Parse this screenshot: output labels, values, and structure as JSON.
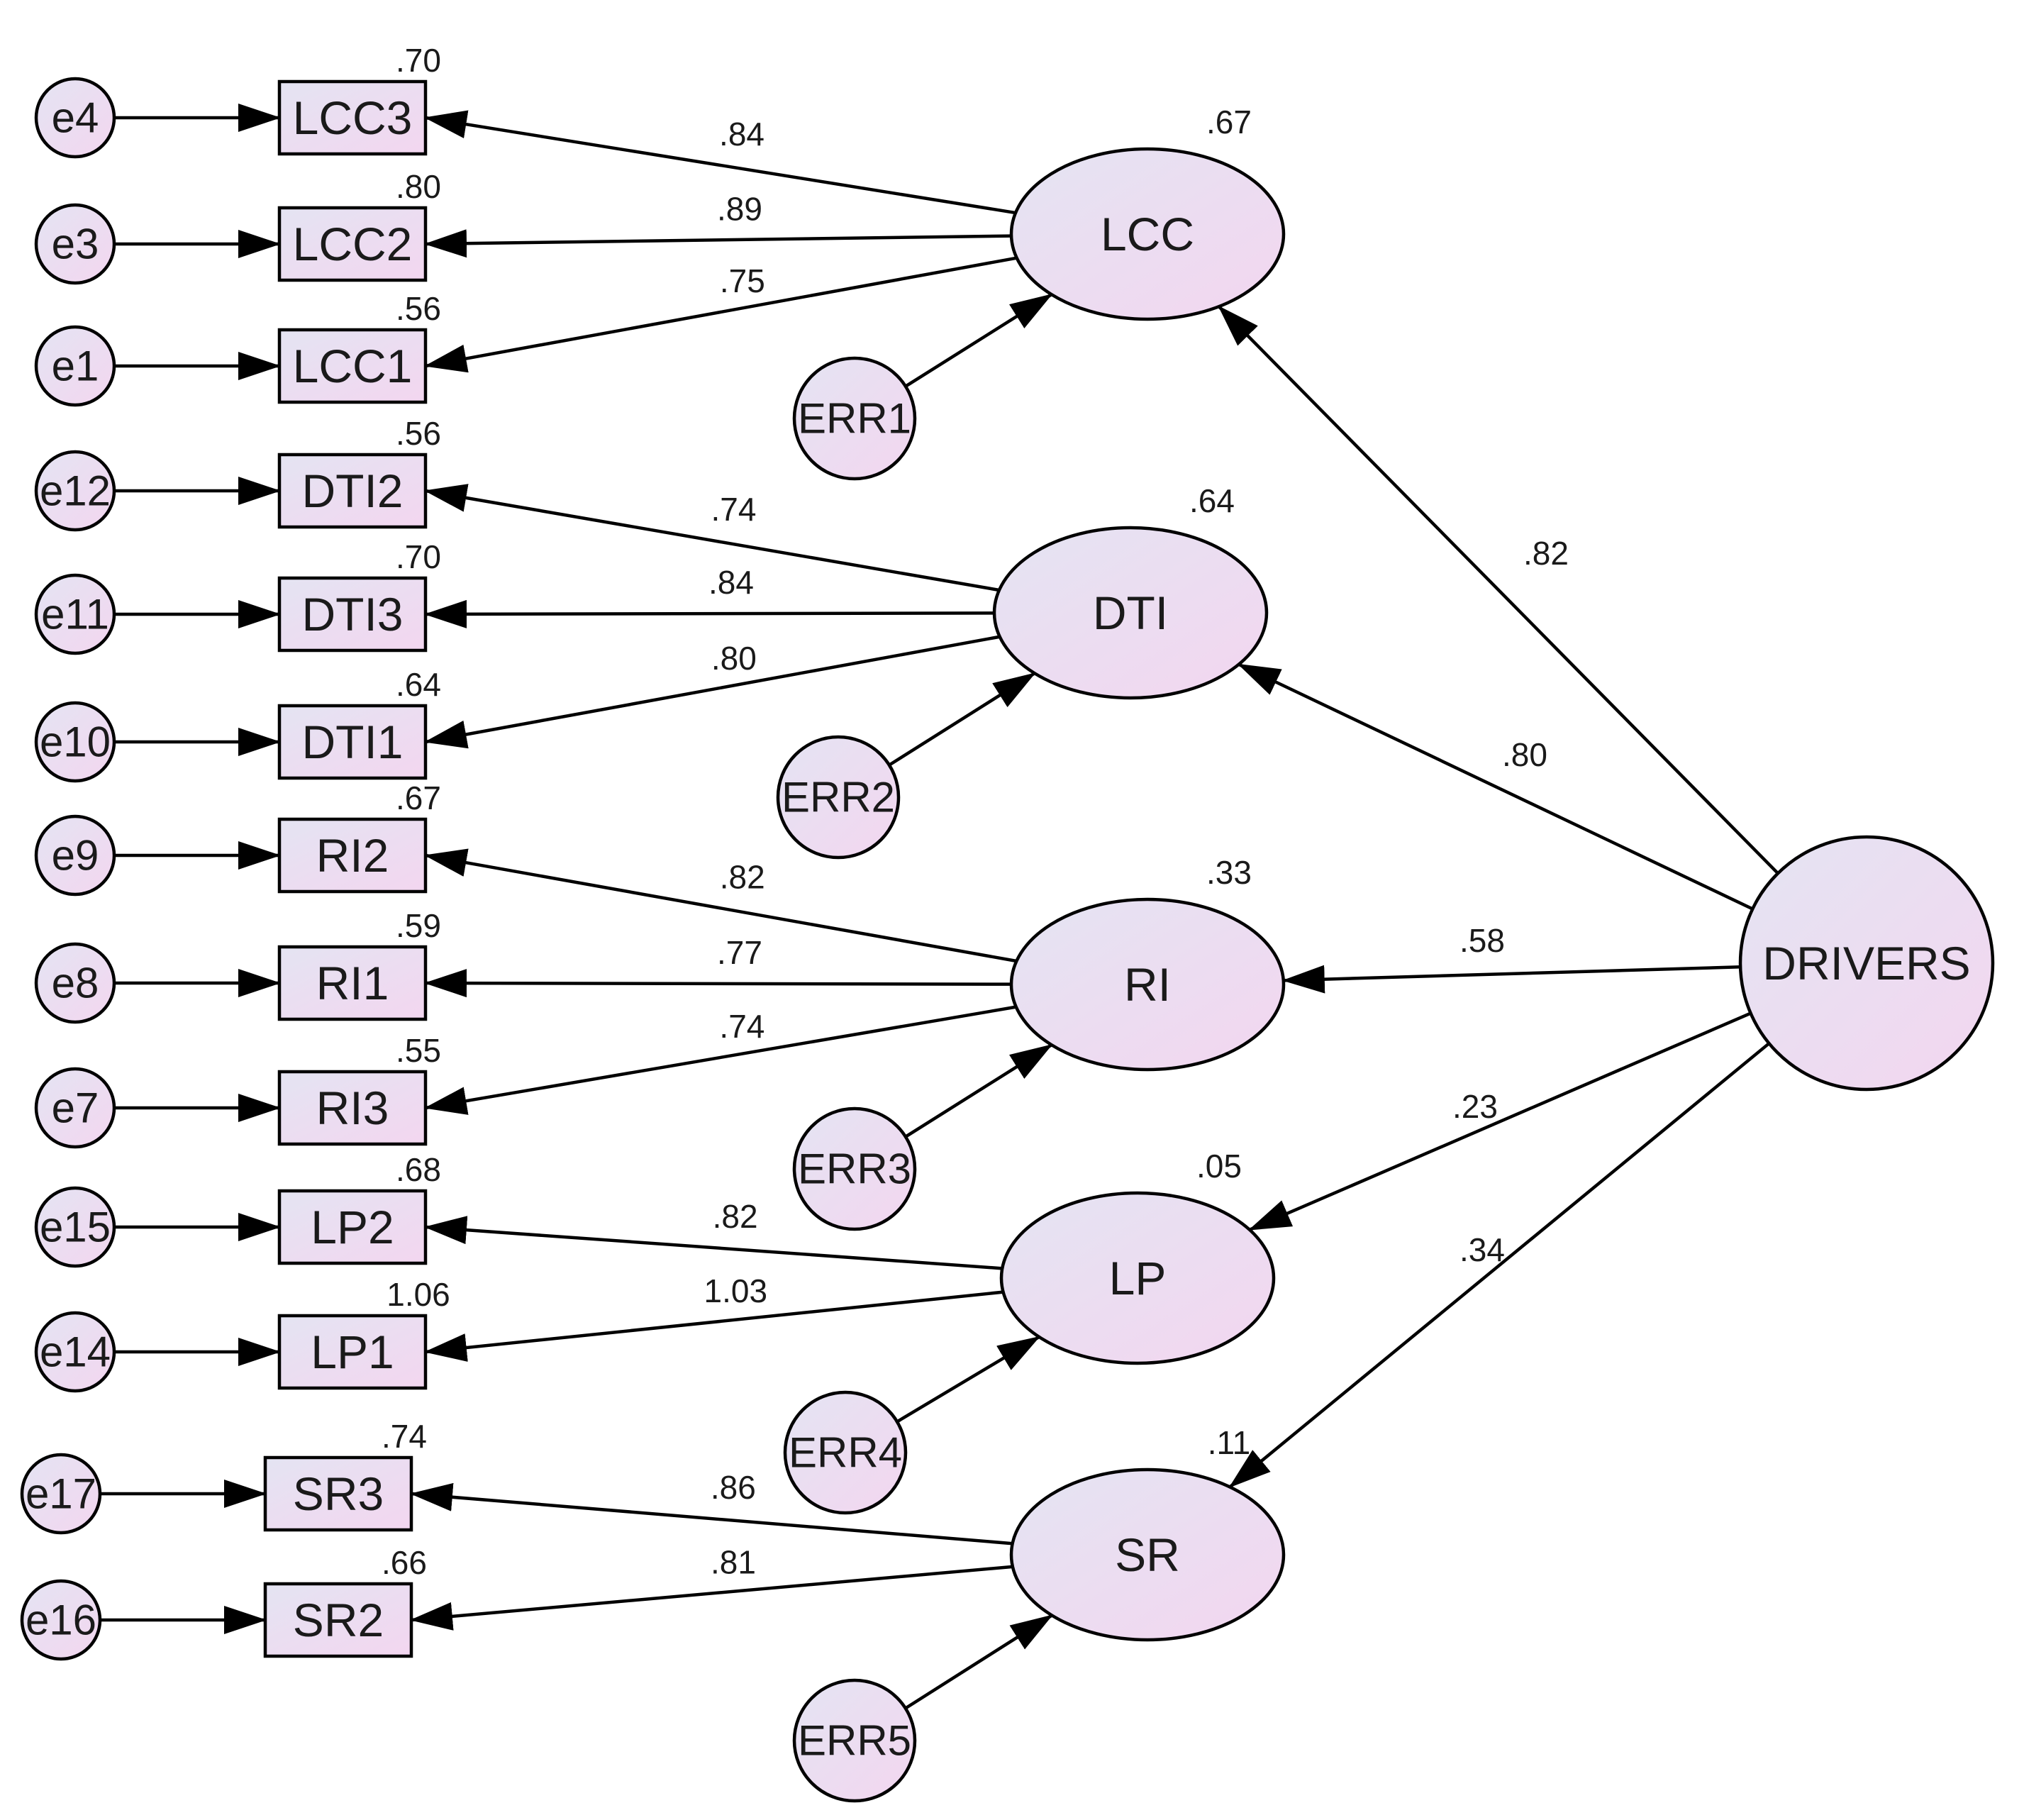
{
  "diagram": {
    "factors": [
      {
        "id": "LCC",
        "label": "LCC",
        "r2": ".67",
        "error": "ERR1",
        "indicators": [
          {
            "label": "LCC3",
            "error": "e4",
            "r2": ".70",
            "loading": ".84"
          },
          {
            "label": "LCC2",
            "error": "e3",
            "r2": ".80",
            "loading": ".89"
          },
          {
            "label": "LCC1",
            "error": "e1",
            "r2": ".56",
            "loading": ".75"
          }
        ]
      },
      {
        "id": "DTI",
        "label": "DTI",
        "r2": ".64",
        "error": "ERR2",
        "indicators": [
          {
            "label": "DTI2",
            "error": "e12",
            "r2": ".56",
            "loading": ".74"
          },
          {
            "label": "DTI3",
            "error": "e11",
            "r2": ".70",
            "loading": ".84"
          },
          {
            "label": "DTI1",
            "error": "e10",
            "r2": ".64",
            "loading": ".80"
          }
        ]
      },
      {
        "id": "RI",
        "label": "RI",
        "r2": ".33",
        "error": "ERR3",
        "indicators": [
          {
            "label": "RI2",
            "error": "e9",
            "r2": ".67",
            "loading": ".82"
          },
          {
            "label": "RI1",
            "error": "e8",
            "r2": ".59",
            "loading": ".77"
          },
          {
            "label": "RI3",
            "error": "e7",
            "r2": ".55",
            "loading": ".74"
          }
        ]
      },
      {
        "id": "LP",
        "label": "LP",
        "r2": ".05",
        "error": "ERR4",
        "indicators": [
          {
            "label": "LP2",
            "error": "e15",
            "r2": ".68",
            "loading": ".82"
          },
          {
            "label": "LP1",
            "error": "e14",
            "r2": "1.06",
            "loading": "1.03"
          }
        ]
      },
      {
        "id": "SR",
        "label": "SR",
        "r2": ".11",
        "error": "ERR5",
        "indicators": [
          {
            "label": "SR3",
            "error": "e17",
            "r2": ".74",
            "loading": ".86"
          },
          {
            "label": "SR2",
            "error": "e16",
            "r2": ".66",
            "loading": ".81"
          }
        ]
      }
    ],
    "second_order": {
      "label": "DRIVERS",
      "paths": [
        {
          "target": "LCC",
          "coef": ".82"
        },
        {
          "target": "DTI",
          "coef": ".80"
        },
        {
          "target": "RI",
          "coef": ".58"
        },
        {
          "target": "LP",
          "coef": ".23"
        },
        {
          "target": "SR",
          "coef": ".34"
        }
      ]
    },
    "colors": {
      "node_fill_start": "#e4e4f2",
      "node_fill_end": "#f3d6f0",
      "stroke": "#000000"
    }
  }
}
